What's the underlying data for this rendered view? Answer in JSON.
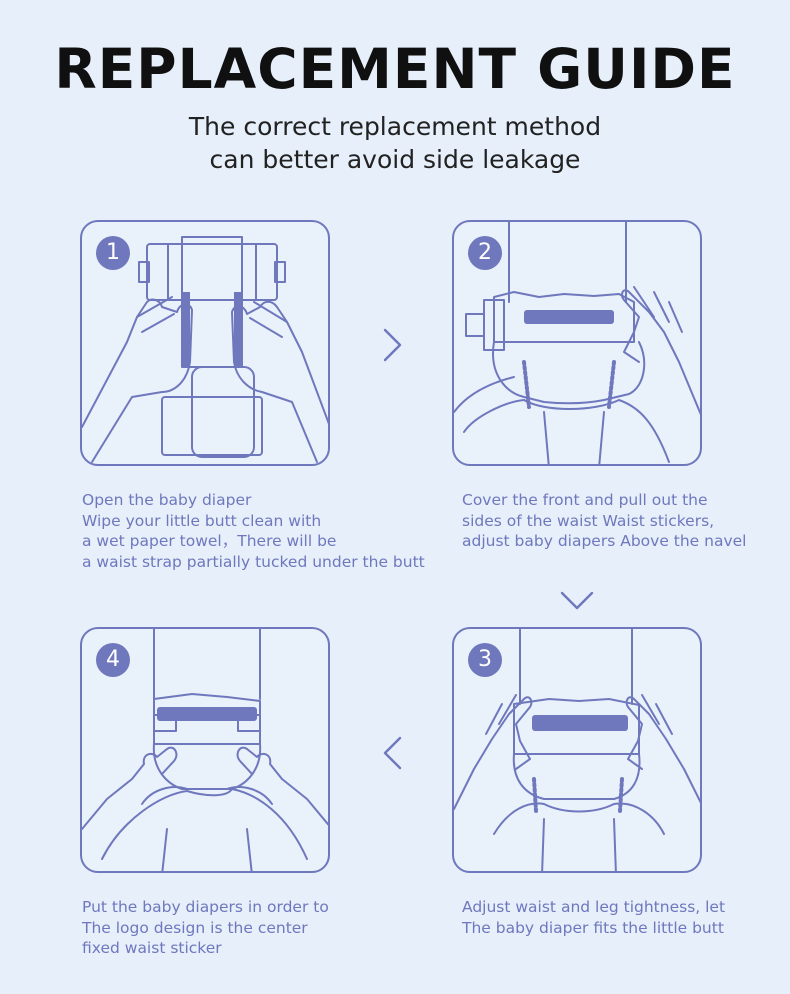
{
  "header": {
    "title": "REPLACEMENT GUIDE",
    "subtitle_line1": "The correct replacement method",
    "subtitle_line2": "can better avoid side leakage"
  },
  "colors": {
    "accent": "#6f78bd",
    "background": "#e6effa",
    "title": "#101010"
  },
  "steps": [
    {
      "number": "1",
      "caption": [
        "Open the baby diaper",
        "Wipe your little butt clean with",
        "a wet paper towel，There will be",
        "a waist strap partially tucked under the butt"
      ]
    },
    {
      "number": "2",
      "caption": [
        "Cover the front and pull out the",
        "sides of the waist Waist stickers,",
        "adjust baby diapers Above the navel"
      ]
    },
    {
      "number": "3",
      "caption": [
        "Adjust waist and leg tightness, let",
        "The baby diaper fits the little butt"
      ]
    },
    {
      "number": "4",
      "caption": [
        "Put the baby diapers in order to",
        "The logo design is the center",
        "fixed waist sticker"
      ]
    }
  ],
  "icons": [
    "chevron-right-icon",
    "chevron-down-icon",
    "chevron-left-icon"
  ]
}
